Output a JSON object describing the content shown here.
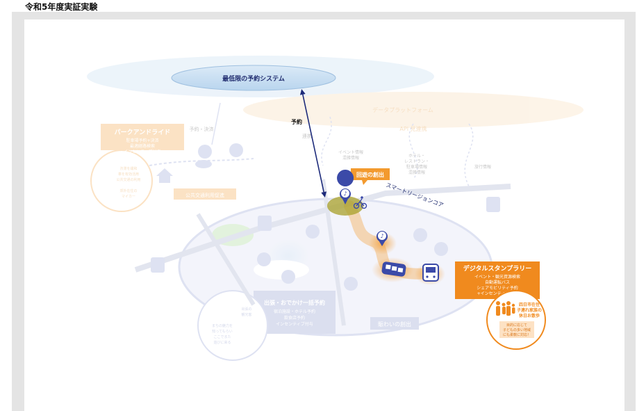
{
  "header": {
    "title": "令和5年度実証実験"
  },
  "diagram": {
    "top_ellipse_label": "最低限の予約システム",
    "data_platform_label": "データプラットフォーム",
    "api_label": "API 見連携",
    "reserve_label": "予約",
    "reserve_payment_label": "予約・決済",
    "linked_label": "連携",
    "park_ride": {
      "title": "パークアンドライド",
      "lines": [
        "駐車場予約+決済",
        "最適経路検索",
        "インセンティブ付与"
      ]
    },
    "left_circle": {
      "lines": [
        "渋滞を緩和",
        "車を有効活用",
        "公共交通の利用"
      ],
      "caption": [
        "郊外在住の",
        "マイカー"
      ]
    },
    "public_transport_label": "公共交通利用促進",
    "event_info": [
      "イベント情報",
      "混雑情報"
    ],
    "hotel_info": [
      "ホテル・",
      "レストラン・",
      "駐車場情報",
      "混雑情報"
    ],
    "travel_info": "旅行情報",
    "circulation_label": "回遊の創出",
    "smart_region_label": "スマートリージョンコア",
    "stamp_rally": {
      "title": "デジタルスタンプラリー",
      "lines": [
        "イベント・観光資源検索",
        "自動運転バス",
        "シェアモビリティ予約",
        "+インセンティブ付与"
      ]
    },
    "right_circle": {
      "lines": [
        "四日市在住",
        "子連れ家族の",
        "休日お散歩"
      ],
      "sub": [
        "目的に応じて",
        "子どもの多い地域",
        "にも柔軟に対応！"
      ]
    },
    "trip_booking": {
      "title": "出張・おでかけ一括予約",
      "lines": [
        "宿泊施設・ホテル予約",
        "飲食店予約",
        "インセンティブ付与"
      ]
    },
    "bottom_circle": {
      "lines": [
        "出張の",
        "観光客"
      ],
      "sub": [
        "まちの魅力を",
        "知ってもらい",
        "ここでまた",
        "遊びに来る"
      ]
    },
    "liveliness_label": "賑わいの創出"
  }
}
